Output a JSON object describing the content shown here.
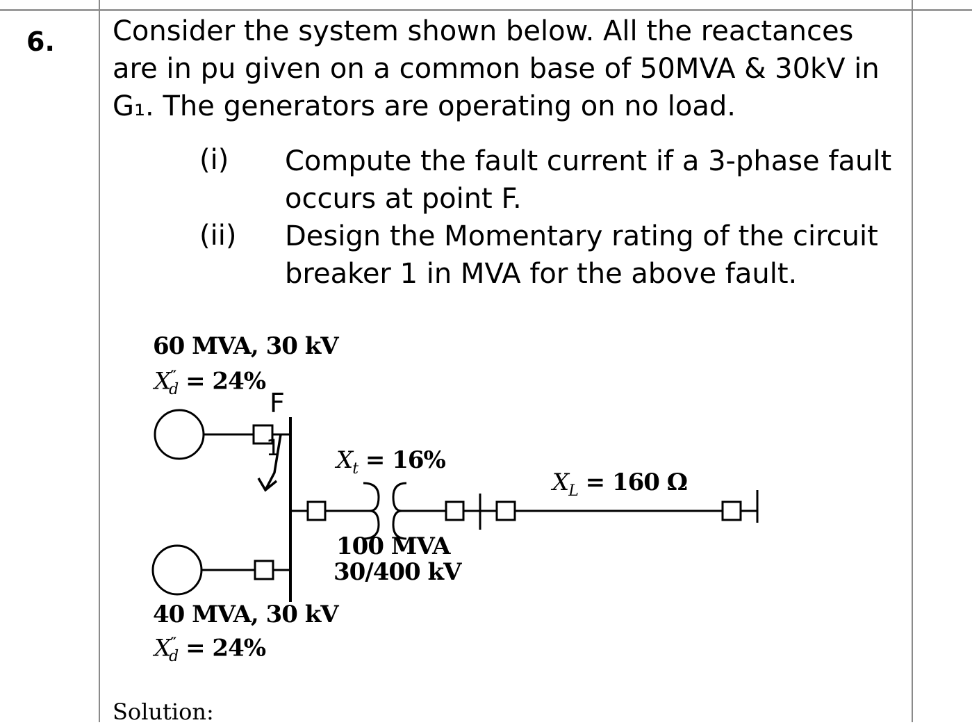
{
  "question": {
    "number": "6.",
    "text": "Consider the system shown below. All the reactances are in pu given on a common base of 50MVA & 30kV in G₁. The generators are operating on no load.",
    "items": [
      {
        "label": "(i)",
        "text": "Compute the fault current if a 3-phase fault occurs at point F."
      },
      {
        "label": "(ii)",
        "text": "Design the Momentary rating of the circuit breaker 1 in MVA for the above fault."
      }
    ]
  },
  "diagram": {
    "g1_rating": "60 MVA, 30 kV",
    "g1_reactance": "= 24%",
    "g2_rating": "40 MVA, 30 kV",
    "g2_reactance": "= 24%",
    "xd_symbol": "X",
    "xd_sub": "d",
    "xd_sup": "″",
    "fault_label": "F",
    "breaker_mark": "1",
    "xt_symbol": "X",
    "xt_sub": "t",
    "xt_value": "= 16%",
    "tx_rating": "100 MVA",
    "tx_voltage": "30/400 kV",
    "xl_symbol": "X",
    "xl_sub": "L",
    "xl_value": "= 160 Ω"
  },
  "solution_label": "Solution:"
}
